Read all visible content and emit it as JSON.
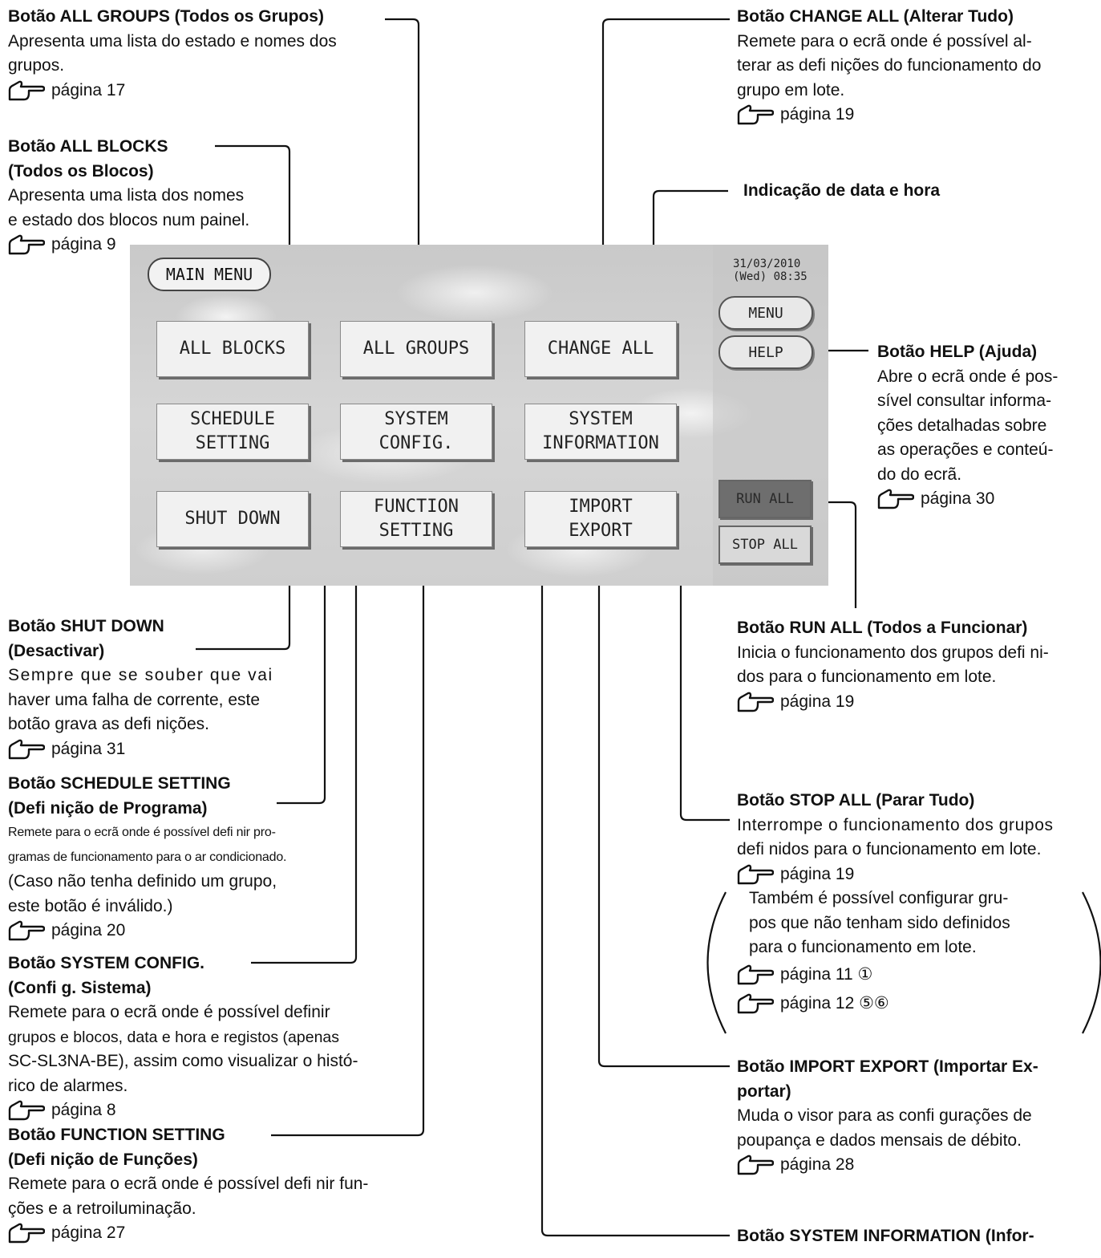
{
  "screen": {
    "title": "MAIN MENU",
    "date": "31/03/2010",
    "time": "(Wed) 08:35",
    "buttons": {
      "all_blocks": "ALL BLOCKS",
      "all_groups": "ALL GROUPS",
      "change_all": "CHANGE ALL",
      "schedule_setting": "SCHEDULE\nSETTING",
      "system_config": "SYSTEM\nCONFIG.",
      "system_information": "SYSTEM\nINFORMATION",
      "shut_down": "SHUT DOWN",
      "function_setting": "FUNCTION\nSETTING",
      "import_export": "IMPORT\nEXPORT",
      "menu": "MENU",
      "help": "HELP",
      "run_all": "RUN ALL",
      "stop_all": "STOP ALL"
    },
    "colors": {
      "run_all_bg": "#6e6e6e",
      "stop_all_bg": "#d9d9d9"
    }
  },
  "annotations": {
    "all_groups": {
      "title": "Botão ALL GROUPS (Todos os Grupos)",
      "lines": [
        "Apresenta uma lista do estado e nomes dos",
        "grupos."
      ],
      "page": "página 17"
    },
    "all_blocks": {
      "title1": "Botão ALL BLOCKS",
      "title2": "(Todos os Blocos)",
      "lines": [
        "Apresenta uma lista dos nomes",
        "e estado dos blocos num painel."
      ],
      "page": "página 9"
    },
    "change_all": {
      "title": "Botão CHANGE ALL (Alterar Tudo)",
      "lines": [
        "Remete para o ecrã onde é possível al-",
        "terar as defi nições do funcionamento do",
        "grupo em lote."
      ],
      "page": "página 19"
    },
    "date_time": {
      "title": "Indicação de data e hora"
    },
    "help": {
      "title": "Botão HELP (Ajuda)",
      "lines": [
        "Abre o ecrã onde é pos-",
        "sível consultar informa-",
        "ções detalhadas sobre",
        "as operações e conteú-",
        "do do ecrã."
      ],
      "page": "página 30"
    },
    "shut_down": {
      "title1": "Botão SHUT DOWN",
      "title2": "(Desactivar)",
      "lines": [
        "Sempre que se souber que vai",
        "haver uma falha de corrente, este",
        "botão grava as defi nições."
      ],
      "page": "página 31"
    },
    "schedule": {
      "title1": "Botão SCHEDULE SETTING",
      "title2": "(Defi nição de Programa)",
      "small": [
        "Remete para o ecrã onde é possível defi nir pro-",
        "gramas de funcionamento para o ar condicionado."
      ],
      "lines": [
        "(Caso não tenha definido um grupo,",
        "este botão é inválido.)"
      ],
      "page": "página 20"
    },
    "system_config": {
      "title1": "Botão SYSTEM CONFIG.",
      "title2": "(Confi g. Sistema)",
      "lines": [
        "Remete para o ecrã onde é possível definir",
        "grupos e blocos, data e hora e registos (apenas",
        "SC-SL3NA-BE), assim como visualizar o histó-",
        "rico de alarmes."
      ],
      "page": "página 8"
    },
    "function_setting": {
      "title1": "Botão FUNCTION SETTING",
      "title2": "(Defi nição de Funções)",
      "lines": [
        "Remete para o ecrã onde é possível defi nir fun-",
        "ções e a retroiluminação."
      ],
      "page": "página 27"
    },
    "run_all": {
      "title": "Botão RUN ALL (Todos a Funcionar)",
      "lines": [
        "Inicia o funcionamento dos grupos defi ni-",
        "dos para o funcionamento em lote."
      ],
      "page": "página 19"
    },
    "stop_all": {
      "title": "Botão STOP ALL (Parar Tudo)",
      "lines": [
        "Interrompe o funcionamento dos grupos",
        "defi nidos para o funcionamento em lote."
      ],
      "page": "página 19",
      "note_lines": [
        "Também é possível configurar gru-",
        "pos que não tenham sido definidos",
        "para o funcionamento em lote."
      ],
      "note_page1": "página 11 ①",
      "note_page2": "página 12 ⑤⑥"
    },
    "import_export": {
      "title1": "Botão IMPORT EXPORT (Importar Ex-",
      "title2": "portar)",
      "lines": [
        "Muda o visor para as confi gurações de",
        "poupança e dados mensais de débito."
      ],
      "page": "página 28"
    },
    "system_information": {
      "title": "Botão SYSTEM INFORMATION (Infor-"
    }
  }
}
